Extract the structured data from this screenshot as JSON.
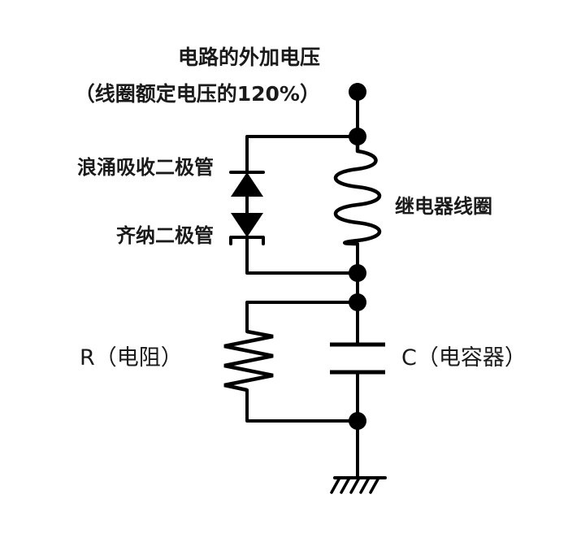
{
  "labels": {
    "supply_line1": "电路的外加电压",
    "supply_line2": "（线圈额定电压的120%）",
    "tvs_diode": "浪涌吸收二极管",
    "zener_diode": "齐纳二极管",
    "relay_coil": "继电器线圈",
    "resistor": "R（电阻）",
    "capacitor": "C（电容器）"
  }
}
